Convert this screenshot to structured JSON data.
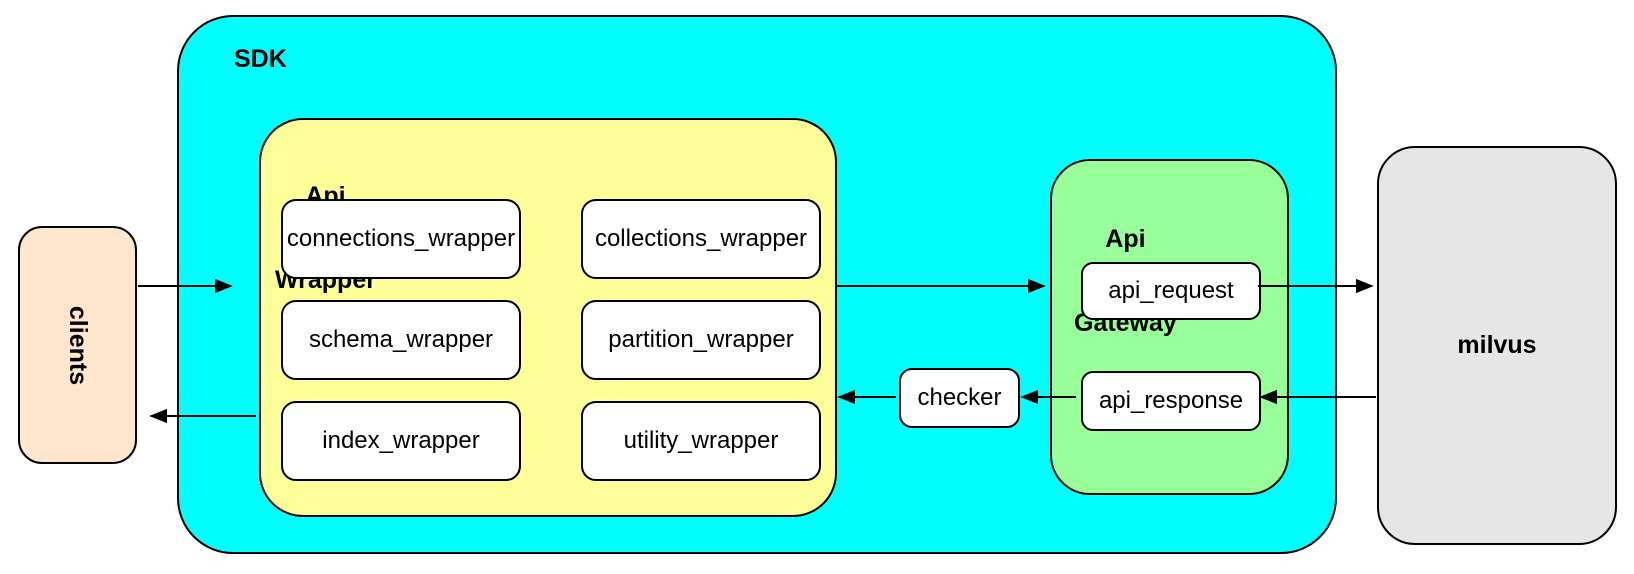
{
  "diagram": {
    "clients": {
      "label": "clients"
    },
    "sdk": {
      "label": "SDK",
      "api_wrapper": {
        "label_line1": "Api",
        "label_line2": "Wrapper",
        "items": [
          {
            "label": "connections_wrapper"
          },
          {
            "label": "collections_wrapper"
          },
          {
            "label": "schema_wrapper"
          },
          {
            "label": "partition_wrapper"
          },
          {
            "label": "index_wrapper"
          },
          {
            "label": "utility_wrapper"
          }
        ]
      },
      "checker": {
        "label": "checker"
      },
      "api_gateway": {
        "label_line1": "Api",
        "label_line2": "Gateway",
        "api_request": {
          "label": "api_request"
        },
        "api_response": {
          "label": "api_response"
        }
      }
    },
    "milvus": {
      "label": "milvus"
    },
    "colors": {
      "sdk_fill": "#00FFFF",
      "api_wrapper_fill": "#FFFF99",
      "api_gateway_fill": "#99FF99",
      "clients_fill": "#FFE6CC",
      "milvus_fill": "#E6E6E6",
      "node_fill": "#FFFFFF",
      "stroke": "#000000"
    },
    "edges": [
      {
        "from": "clients",
        "to": "sdk"
      },
      {
        "from": "sdk",
        "to": "clients"
      },
      {
        "from": "api_wrapper",
        "to": "api_gateway"
      },
      {
        "from": "api_request",
        "to": "milvus"
      },
      {
        "from": "milvus",
        "to": "api_response"
      },
      {
        "from": "api_response",
        "to": "checker"
      },
      {
        "from": "checker",
        "to": "api_wrapper"
      }
    ]
  }
}
